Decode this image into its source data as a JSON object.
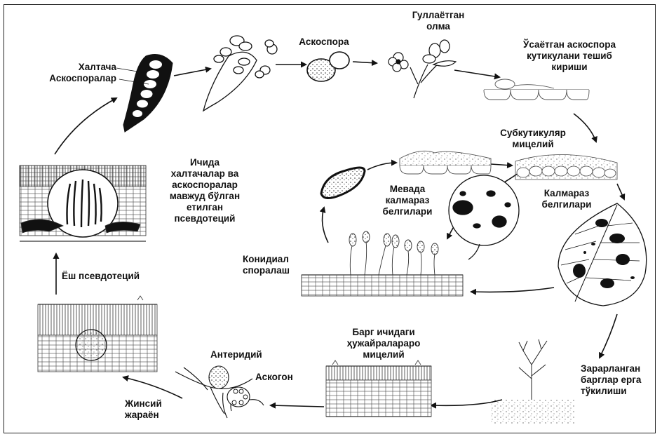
{
  "labels": {
    "khaltacha": "Халтача",
    "askosporalar": "Аскоспоралар",
    "askospora": "Аскоспора",
    "gullayotgan_olma_1": "Гуллаётган",
    "gullayotgan_olma_2": "олма",
    "usayotgan_1": "Ўсаётган аскоспора",
    "usayotgan_2": "кутикулани тешиб",
    "usayotgan_3": "кириши",
    "subkutikulyar_1": "Субкутикуляр",
    "subkutikulyar_2": "мицелий",
    "mevada_1": "Мевада",
    "mevada_2": "калмараз",
    "mevada_3": "белгилари",
    "kalmaraz_1": "Калмараз",
    "kalmaraz_2": "белгилари",
    "ichida_1": "Ичида",
    "ichida_2": "халтачалар ва",
    "ichida_3": "аскоспоралар",
    "ichida_4": "мавжуд бўлган",
    "ichida_5": "етилган",
    "ichida_6": "псевдотеций",
    "konidial_1": "Конидиал",
    "konidial_2": "споралаш",
    "yosh_psevdotetsiy": "Ёш псевдотеций",
    "barg_ichidagi_1": "Барг ичидаги",
    "barg_ichidagi_2": "ҳужайралараро",
    "barg_ichidagi_3": "мицелий",
    "anteridiy": "Антеридий",
    "askogon": "Аскогон",
    "jinsiy_1": "Жинсий",
    "jinsiy_2": "жараён",
    "zararlangan_1": "Зарарланган",
    "zararlangan_2": "барглар ерга",
    "zararlangan_3": "тўкилиши"
  }
}
